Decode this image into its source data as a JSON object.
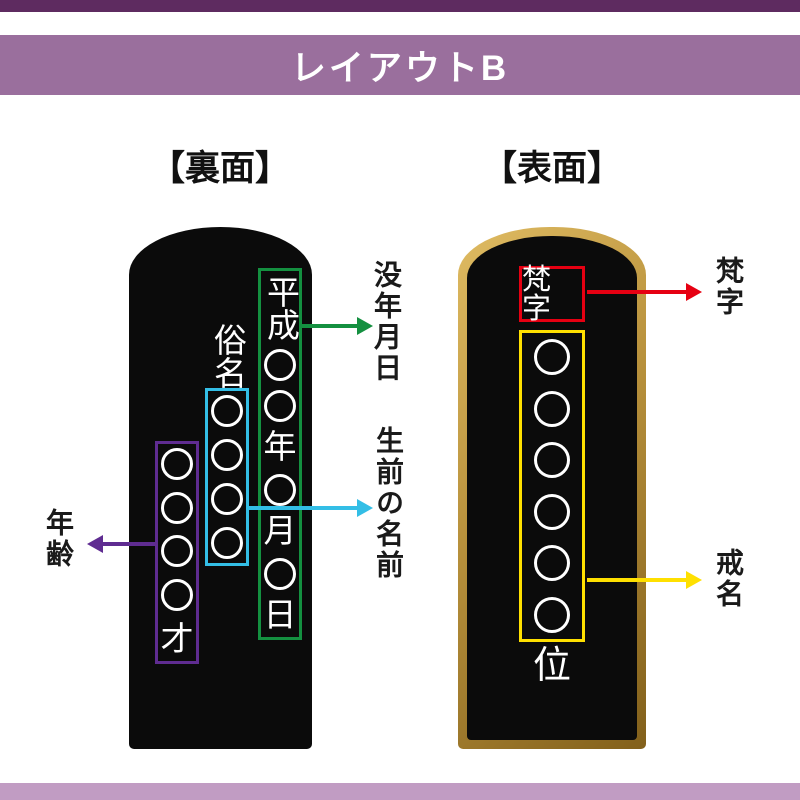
{
  "header": {
    "title": "レイアウトB"
  },
  "colors": {
    "top_strip": "#5e2b60",
    "header_bg": "#9a6f9d",
    "bottom_strip": "#c19cc3",
    "tablet_black": "#0b0b0b",
    "gold_frame": "#b8913c",
    "date_box": "#149040",
    "name_box": "#33bee6",
    "age_box": "#5f2c91",
    "bonji_box": "#e60012",
    "kaimyo_box": "#ffe000"
  },
  "back_panel": {
    "title": "【裏面】",
    "date_column": {
      "era": "平成",
      "year_char": "年",
      "month_char": "月",
      "day_char": "日",
      "circle_placeholders": 4
    },
    "name_column": {
      "label": "俗名",
      "circle_placeholders": 4
    },
    "age_column": {
      "suffix": "才",
      "circle_placeholders": 4
    },
    "annotations": {
      "date": "没年月日",
      "name": "生前の名前",
      "age": "年齢"
    }
  },
  "front_panel": {
    "title": "【表面】",
    "bonji": "梵字",
    "kaimyo_circles": 6,
    "rank_char": "位",
    "annotations": {
      "bonji": "梵字",
      "kaimyo": "戒名"
    }
  }
}
